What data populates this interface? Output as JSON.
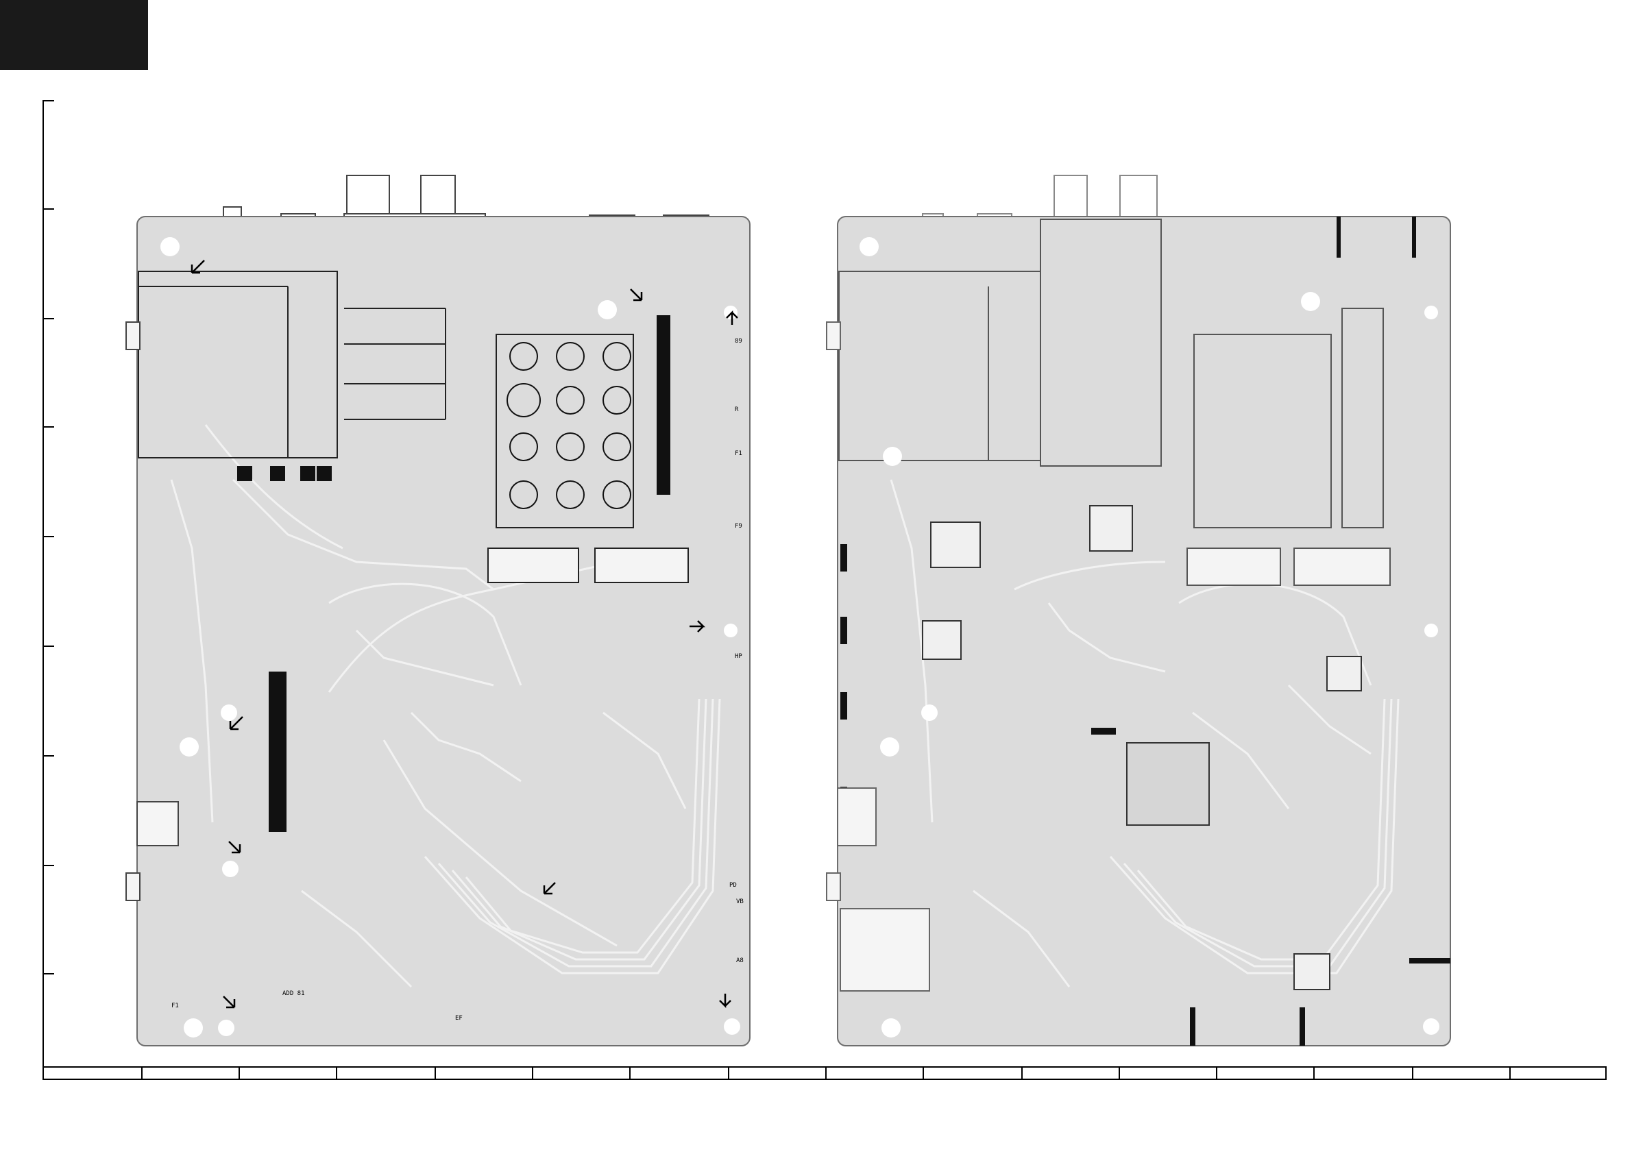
{
  "diagram": {
    "type": "pcb-layout",
    "views": [
      "side-a",
      "side-b"
    ],
    "side_a_labels": [
      "89",
      "R",
      "F1",
      "F9",
      "HP",
      "PD",
      "VB",
      "A8",
      "EF",
      "F1",
      "ADD 81"
    ],
    "colors": {
      "board_fill": "#dcdcdc",
      "trace_light": "#f2f2f2",
      "outline": "#6e6e6e",
      "ink": "#111111"
    }
  }
}
